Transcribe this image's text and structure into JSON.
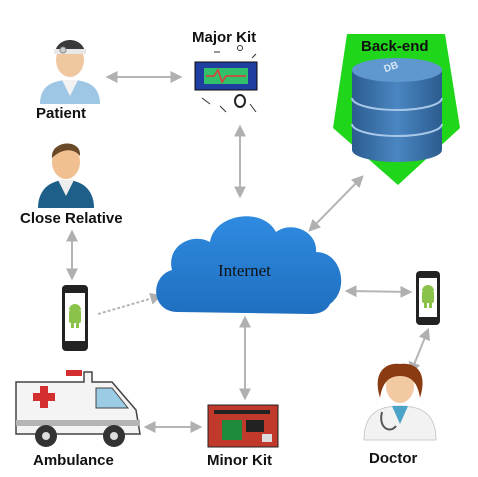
{
  "nodes": {
    "patient": "Patient",
    "major_kit": "Major Kit",
    "backend": "Back-end",
    "db_badge": "DB",
    "close_relative": "Close Relative",
    "internet": "Internet",
    "ambulance": "Ambulance",
    "minor_kit": "Minor Kit",
    "doctor": "Doctor"
  },
  "colors": {
    "cloud": "#2e86d6",
    "backend_pentagon": "#1fd61a",
    "db_cylinder": "#3a6ea5",
    "arrow": "#b5b5b5",
    "phone": "#222222",
    "android": "#8bc34a"
  },
  "icons": [
    "patient-icon",
    "major-kit-icon",
    "database-icon",
    "relative-icon",
    "phone-icon",
    "cloud-icon",
    "ambulance-icon",
    "minor-kit-icon",
    "doctor-icon"
  ]
}
